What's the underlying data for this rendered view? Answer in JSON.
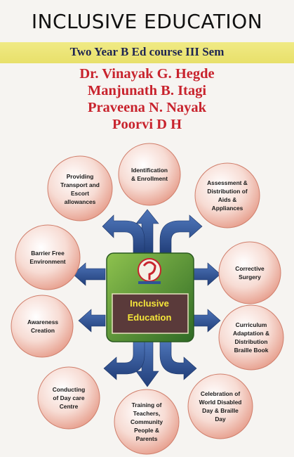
{
  "title": "INCLUSIVE EDUCATION",
  "subtitle": "Two Year B Ed course III Sem",
  "authors": [
    "Dr. Vinayak G. Hegde",
    "Manjunath B. Itagi",
    "Praveena N. Nayak",
    "Poorvi D H"
  ],
  "center": {
    "line1": "Inclusive",
    "line2": "Education"
  },
  "nodes": {
    "transport": "Providing Transport and Escort allowances",
    "identification": "Identification & Enrollment",
    "assessment": "Assessment & Distribution of Aids & Appliances",
    "barrier": "Barrier Free Environment",
    "surgery": "Corrective Surgery",
    "awareness": "Awareness Creation",
    "curriculum": "Curriculum Adaptation & Distribution Braille Book",
    "daycare": "Conducting of Day care Centre",
    "training": "Training of Teachers, Community People & Parents",
    "celebration": "Celebration of World Disabled Day & Braille Day"
  },
  "colors": {
    "title": "#111111",
    "subtitle": "#1e2552",
    "authors": "#c8232d",
    "band": "#ece46e",
    "arrow": "#2f5496",
    "center_box": "#3e7b2f",
    "center_inner": "#5a3a3a",
    "center_text": "#f5e63a",
    "bubble": "#f3c4b8"
  }
}
